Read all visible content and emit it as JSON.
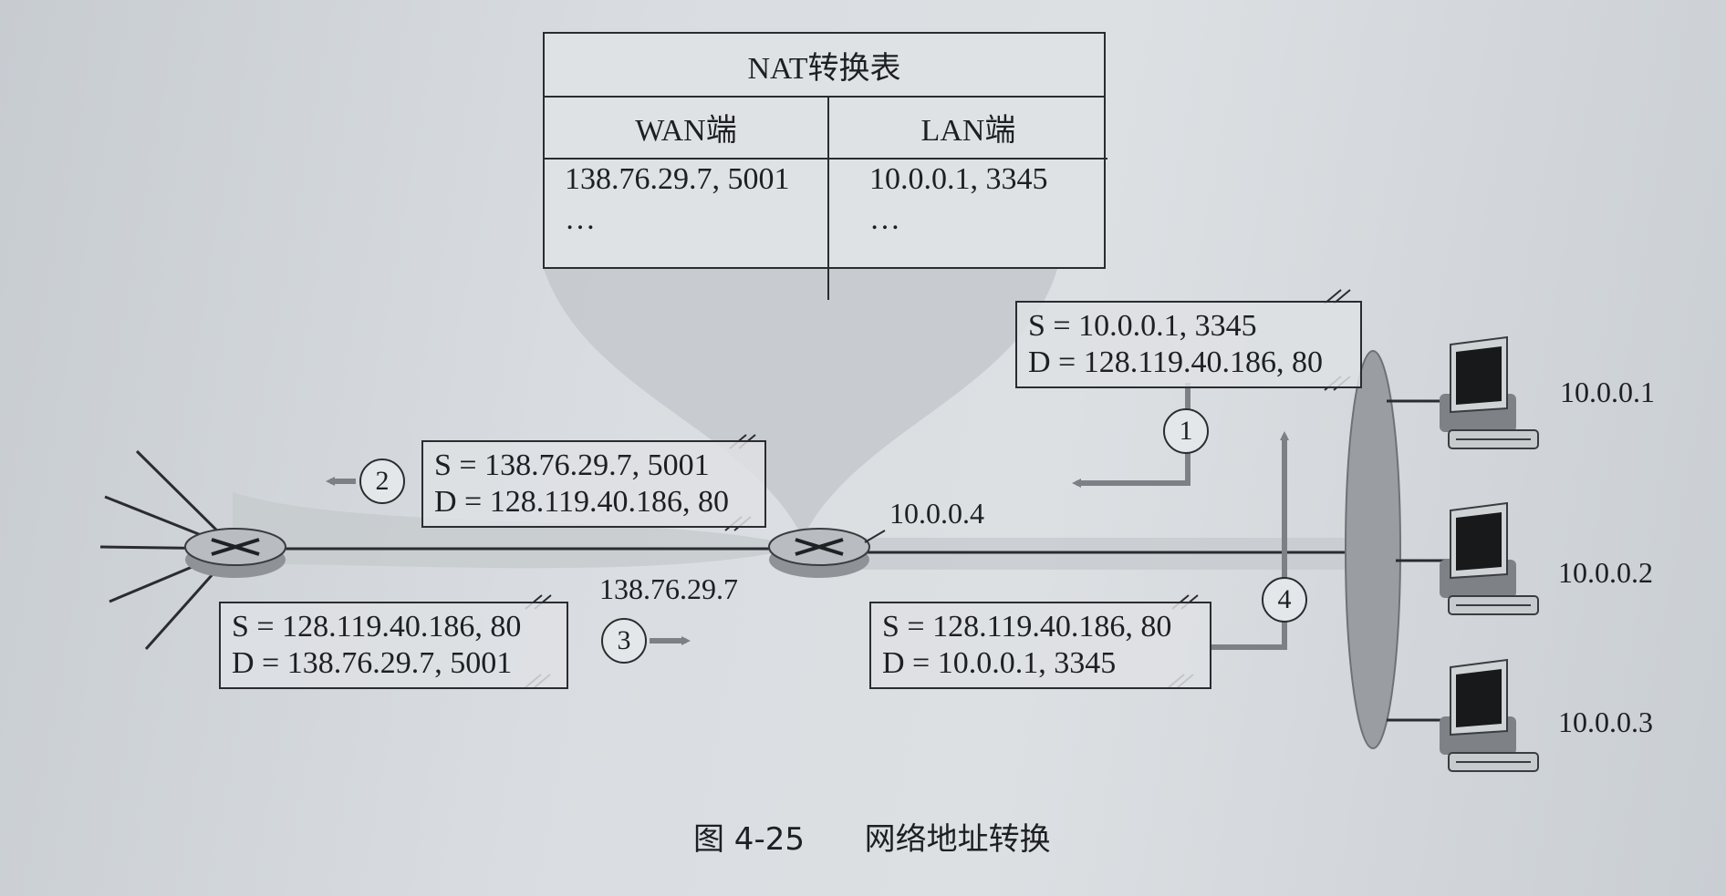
{
  "nat_table": {
    "title": "NAT转换表",
    "wan_header": "WAN端",
    "lan_header": "LAN端",
    "wan_value": "138.76.29.7, 5001",
    "lan_value": "10.0.0.1, 3345",
    "wan_more": "…",
    "lan_more": "…"
  },
  "packets": {
    "p1": {
      "s": "S = 10.0.0.1, 3345",
      "d": "D = 128.119.40.186, 80",
      "step": "1"
    },
    "p2": {
      "s": "S = 138.76.29.7, 5001",
      "d": "D = 128.119.40.186, 80",
      "step": "2"
    },
    "p3": {
      "s": "S = 128.119.40.186, 80",
      "d": "D = 138.76.29.7, 5001",
      "step": "3"
    },
    "p4": {
      "s": "S = 128.119.40.186, 80",
      "d": "D = 10.0.0.1, 3345",
      "step": "4"
    }
  },
  "router": {
    "lan_ip": "10.0.0.4",
    "wan_ip": "138.76.29.7"
  },
  "hosts": [
    "10.0.0.1",
    "10.0.0.2",
    "10.0.0.3"
  ],
  "caption": {
    "fig": "图 4-25",
    "text": "网络地址转换"
  }
}
